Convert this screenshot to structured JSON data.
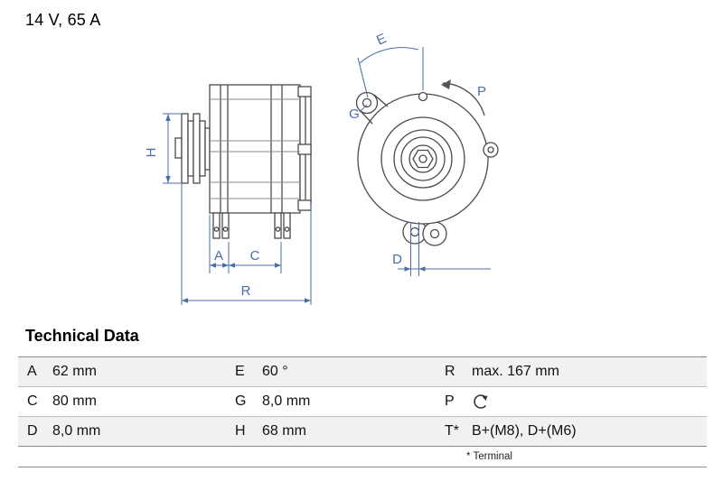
{
  "header": {
    "rating": "14 V, 65 A"
  },
  "drawing": {
    "dimension_color": "#4a6da7",
    "line_color": "#4a4a4a",
    "labels": {
      "H": "H",
      "A": "A",
      "C": "C",
      "R": "R",
      "E": "E",
      "G": "G",
      "P": "P",
      "D": "D"
    }
  },
  "table": {
    "title": "Technical Data",
    "rows": [
      {
        "cells": [
          {
            "k": "A",
            "v": "62 mm"
          },
          {
            "k": "E",
            "v": "60 °"
          },
          {
            "k": "R",
            "v": "max. 167 mm"
          }
        ]
      },
      {
        "cells": [
          {
            "k": "C",
            "v": "80 mm"
          },
          {
            "k": "G",
            "v": "8,0 mm"
          },
          {
            "k": "P",
            "v": "",
            "icon": "rotation-direction"
          }
        ]
      },
      {
        "cells": [
          {
            "k": "D",
            "v": "8,0 mm"
          },
          {
            "k": "H",
            "v": "68 mm"
          },
          {
            "k": "T*",
            "v": "B+(M8), D+(M6)"
          }
        ]
      }
    ],
    "footnote": "* Terminal"
  }
}
